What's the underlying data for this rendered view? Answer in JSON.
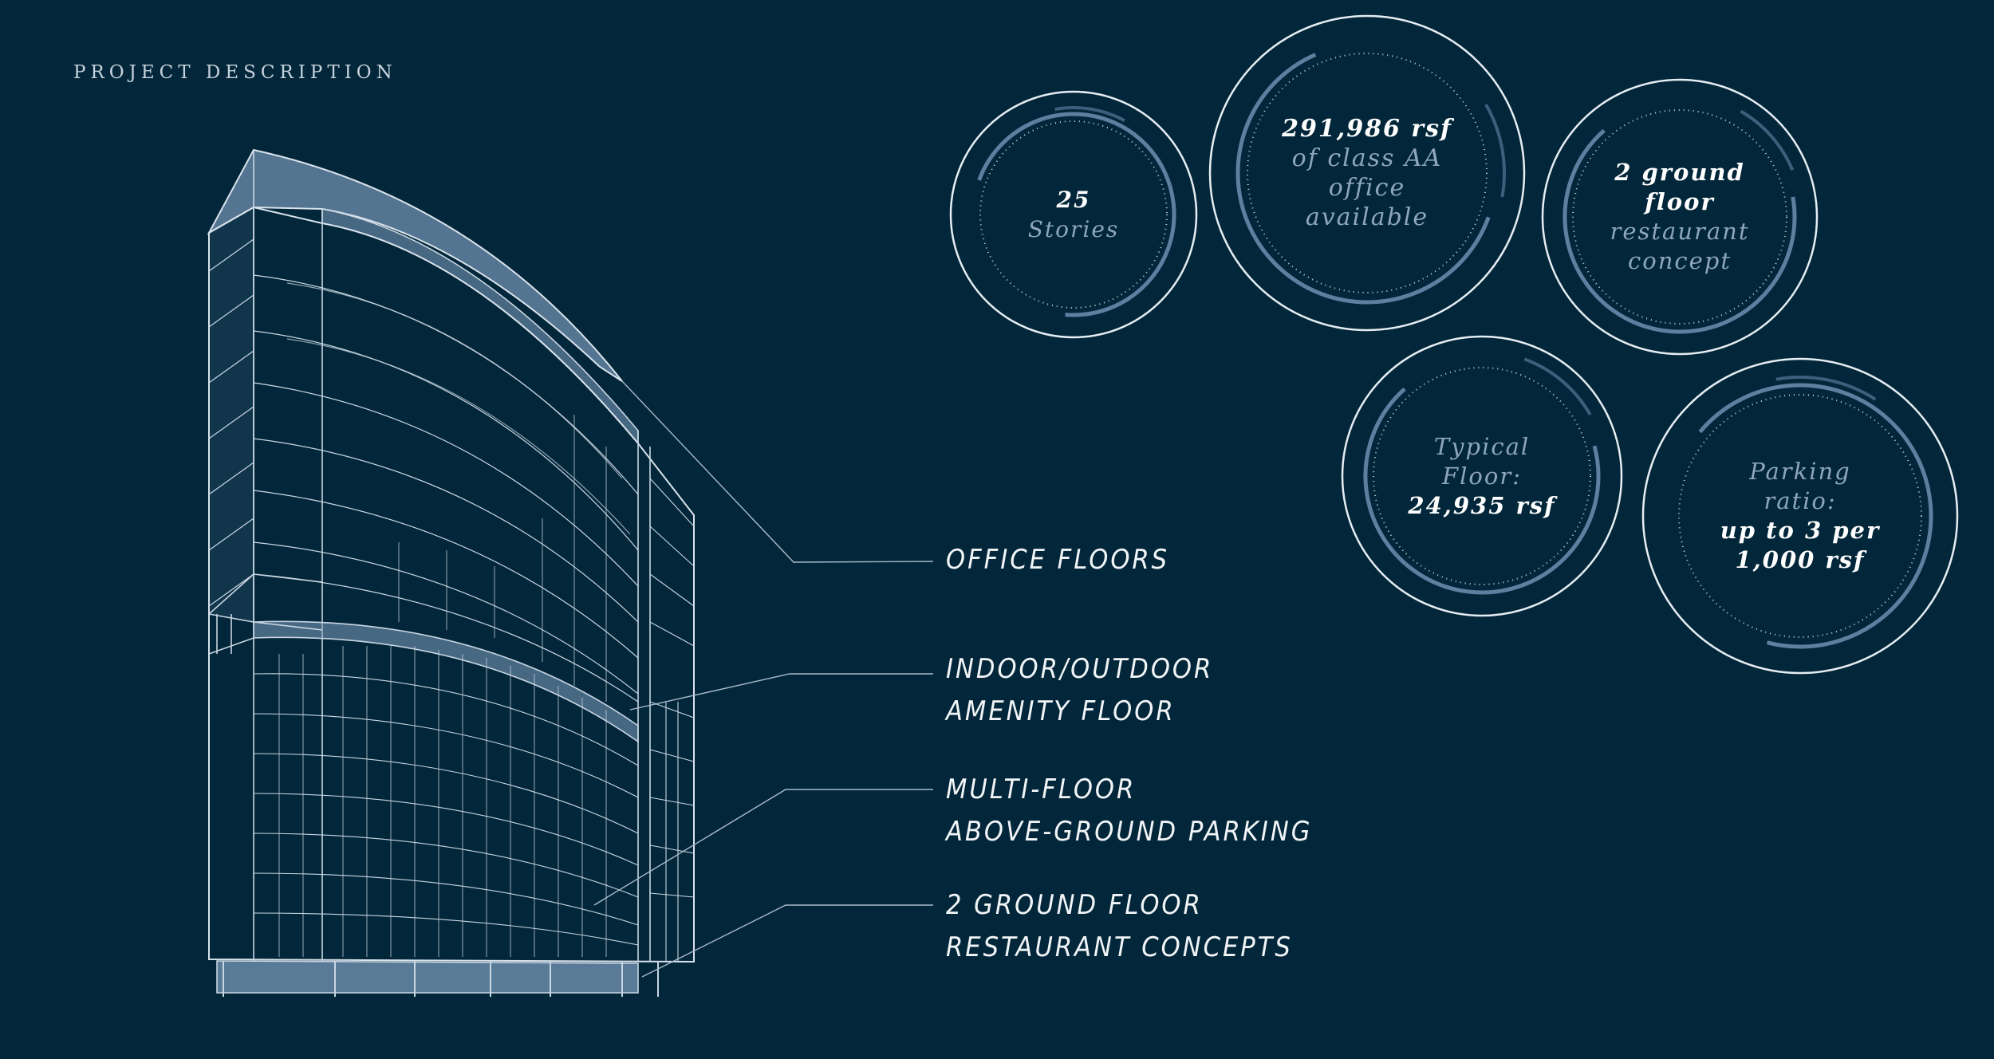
{
  "section_title": "PROJECT DESCRIPTION",
  "callouts": [
    {
      "lines": [
        "OFFICE FLOORS"
      ]
    },
    {
      "lines": [
        "INDOOR/OUTDOOR",
        "AMENITY FLOOR"
      ]
    },
    {
      "lines": [
        "MULTI-FLOOR",
        "ABOVE-GROUND PARKING"
      ]
    },
    {
      "lines": [
        "2 GROUND FLOOR",
        "RESTAURANT CONCEPTS"
      ]
    }
  ],
  "stats": [
    {
      "lines": [
        {
          "text": "25",
          "style": "b"
        },
        {
          "text": "Stories",
          "style": "m"
        }
      ]
    },
    {
      "lines": [
        {
          "text": "291,986 rsf",
          "style": "b"
        },
        {
          "text": "of class AA",
          "style": "m"
        },
        {
          "text": "office",
          "style": "m"
        },
        {
          "text": "available",
          "style": "m"
        }
      ]
    },
    {
      "lines": [
        {
          "text": "2 ground",
          "style": "b"
        },
        {
          "text": "floor",
          "style": "b"
        },
        {
          "text": "restaurant",
          "style": "m"
        },
        {
          "text": "concept",
          "style": "m"
        }
      ]
    },
    {
      "lines": [
        {
          "text": "Typical",
          "style": "m"
        },
        {
          "text": "Floor:",
          "style": "m"
        },
        {
          "text": "24,935 rsf",
          "style": "b"
        }
      ]
    },
    {
      "lines": [
        {
          "text": "Parking",
          "style": "m"
        },
        {
          "text": "ratio:",
          "style": "m"
        },
        {
          "text": "up to 3 per",
          "style": "b"
        },
        {
          "text": "1,000 rsf",
          "style": "b"
        }
      ]
    }
  ],
  "colors": {
    "background": "#03273a",
    "line": "#c9d6e2",
    "glass": "#7f9fc0",
    "ring_accent": "#5f7fa0",
    "text_primary": "#ffffff",
    "text_muted": "#8ea6bd"
  }
}
